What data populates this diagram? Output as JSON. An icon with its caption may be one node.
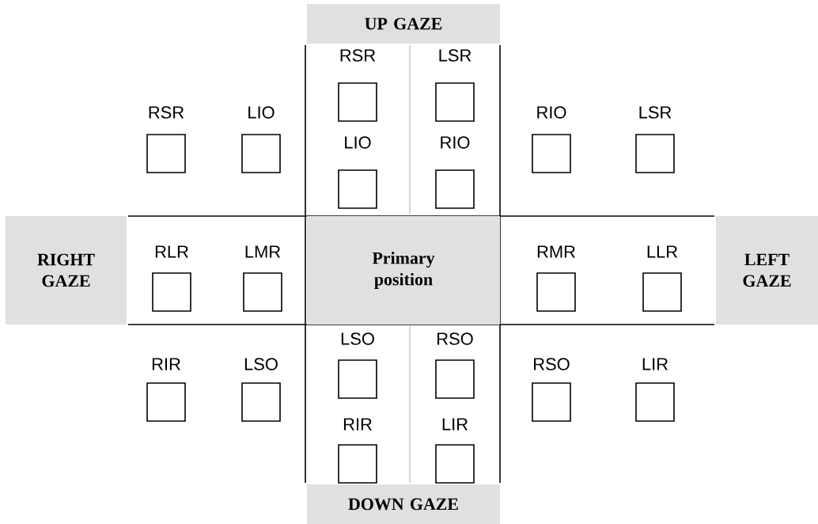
{
  "diagram": {
    "nodes": [
      {
        "text": [
          "UP GAZE"
        ]
      },
      {
        "text": [
          "RSR"
        ]
      },
      {
        "text": [
          "LSR"
        ]
      },
      {
        "text": [
          "RSR"
        ]
      },
      {
        "text": [
          "LIO"
        ]
      },
      {
        "text": [
          "RIO"
        ]
      },
      {
        "text": [
          "LSR"
        ]
      },
      {
        "text": [
          "LIO"
        ]
      },
      {
        "text": [
          "RIO"
        ]
      },
      {
        "text": [
          "RIGHT GAZE"
        ]
      },
      {
        "text": [
          "RLR"
        ]
      },
      {
        "text": [
          "LMR"
        ]
      },
      {
        "text": [
          "Primary position"
        ]
      },
      {
        "text": [
          "RMR"
        ]
      },
      {
        "text": [
          "LLR"
        ]
      },
      {
        "text": [
          "LEFT GAZE"
        ]
      },
      {
        "text": [
          "LSO"
        ]
      },
      {
        "text": [
          "RSO"
        ]
      },
      {
        "text": [
          "RIR"
        ]
      },
      {
        "text": [
          "LSO"
        ]
      },
      {
        "text": [
          "RSO"
        ]
      },
      {
        "text": [
          "LIR"
        ]
      },
      {
        "text": [
          "RIR"
        ]
      },
      {
        "text": [
          "LIR"
        ]
      },
      {
        "text": [
          "DOWN GAZE"
        ]
      }
    ]
  }
}
